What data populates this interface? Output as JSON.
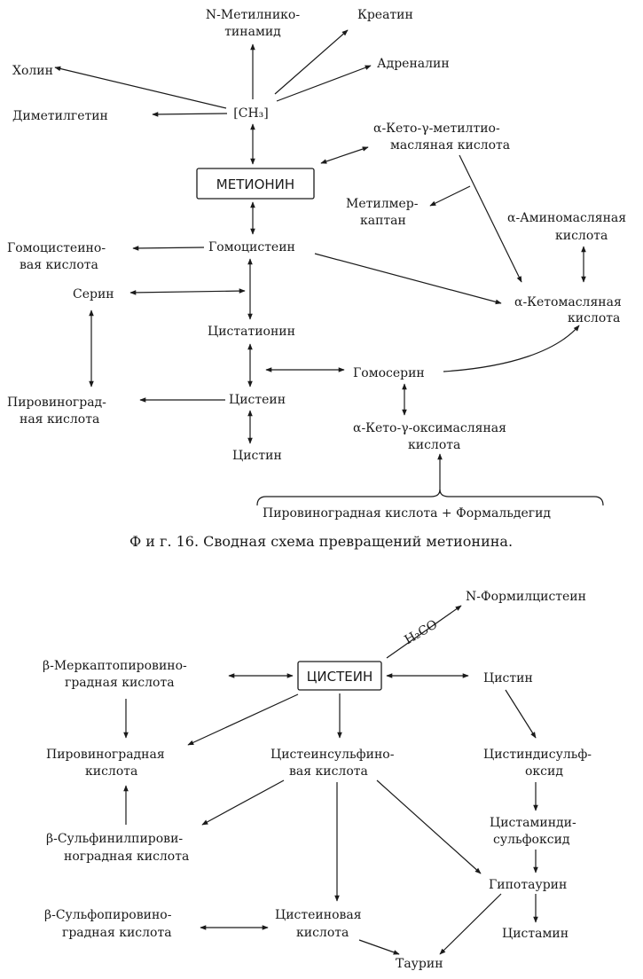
{
  "figure16": {
    "caption": "Ф и г. 16. Сводная схема превращений метионина.",
    "nodes": {
      "n_methylnicotinamide_1": "N-Метилнико-",
      "n_methylnicotinamide_2": "тинамид",
      "creatine": "Креатин",
      "adrenaline": "Адреналин",
      "choline": "Холин",
      "dimethylglycine": "Диметилгетин",
      "ch3": "[CH₃]",
      "methionine": "МЕТИОНИН",
      "keto_methylthio_1": "α-Кето-γ-метилтио-",
      "keto_methylthio_2": "масляная кислота",
      "methylmercaptan_1": "Метилмер-",
      "methylmercaptan_2": "каптан",
      "aminobutyric_1": "α-Аминомасляная",
      "aminobutyric_2": "кислота",
      "homocysteic_1": "Гомоцистеино-",
      "homocysteic_2": "вая кислота",
      "homocysteine": "Гомоцистеин",
      "serine": "Серин",
      "ketobutyric_1": "α-Кетомасляная",
      "ketobutyric_2": "кислота",
      "cystathionine": "Цистатионин",
      "homoserine": "Гомосерин",
      "pyruvic_1": "Пировиноград-",
      "pyruvic_2": "ная кислота",
      "cysteine": "Цистеин",
      "ketooxybutyric_1": "α-Кето-γ-оксимасляная",
      "ketooxybutyric_2": "кислота",
      "cystine": "Цистин",
      "pyruvate_formaldehyde": "Пировиноградная кислота + Формальдегид"
    }
  },
  "figure17": {
    "nodes": {
      "n_formylcysteine": "N-Формилцистеин",
      "h2co": "H₂CO",
      "mercaptopyruvic_1": "β-Меркаптопировино-",
      "mercaptopyruvic_2": "градная кислота",
      "cysteine": "ЦИСТЕИН",
      "cystine": "Цистин",
      "pyruvic_1": "Пировиноградная",
      "pyruvic_2": "кислота",
      "cysteinesulfinic_1": "Цистеинсульфино-",
      "cysteinesulfinic_2": "вая кислота",
      "cystinedisulfoxide_1": "Цистиндисульф-",
      "cystinedisulfoxide_2": "оксид",
      "sulfinylpyruvic_1": "β-Сульфинилпирови-",
      "sulfinylpyruvic_2": "ноградная кислота",
      "cystaminedisulfoxide_1": "Цистаминди-",
      "cystaminedisulfoxide_2": "сульфоксид",
      "hypotaurine": "Гипотаурин",
      "sulfopyruvic_1": "β-Сульфопировино-",
      "sulfopyruvic_2": "градная кислота",
      "cysteic_1": "Цистеиновая",
      "cysteic_2": "кислота",
      "cystamine": "Цистамин",
      "taurine": "Таурин"
    }
  }
}
